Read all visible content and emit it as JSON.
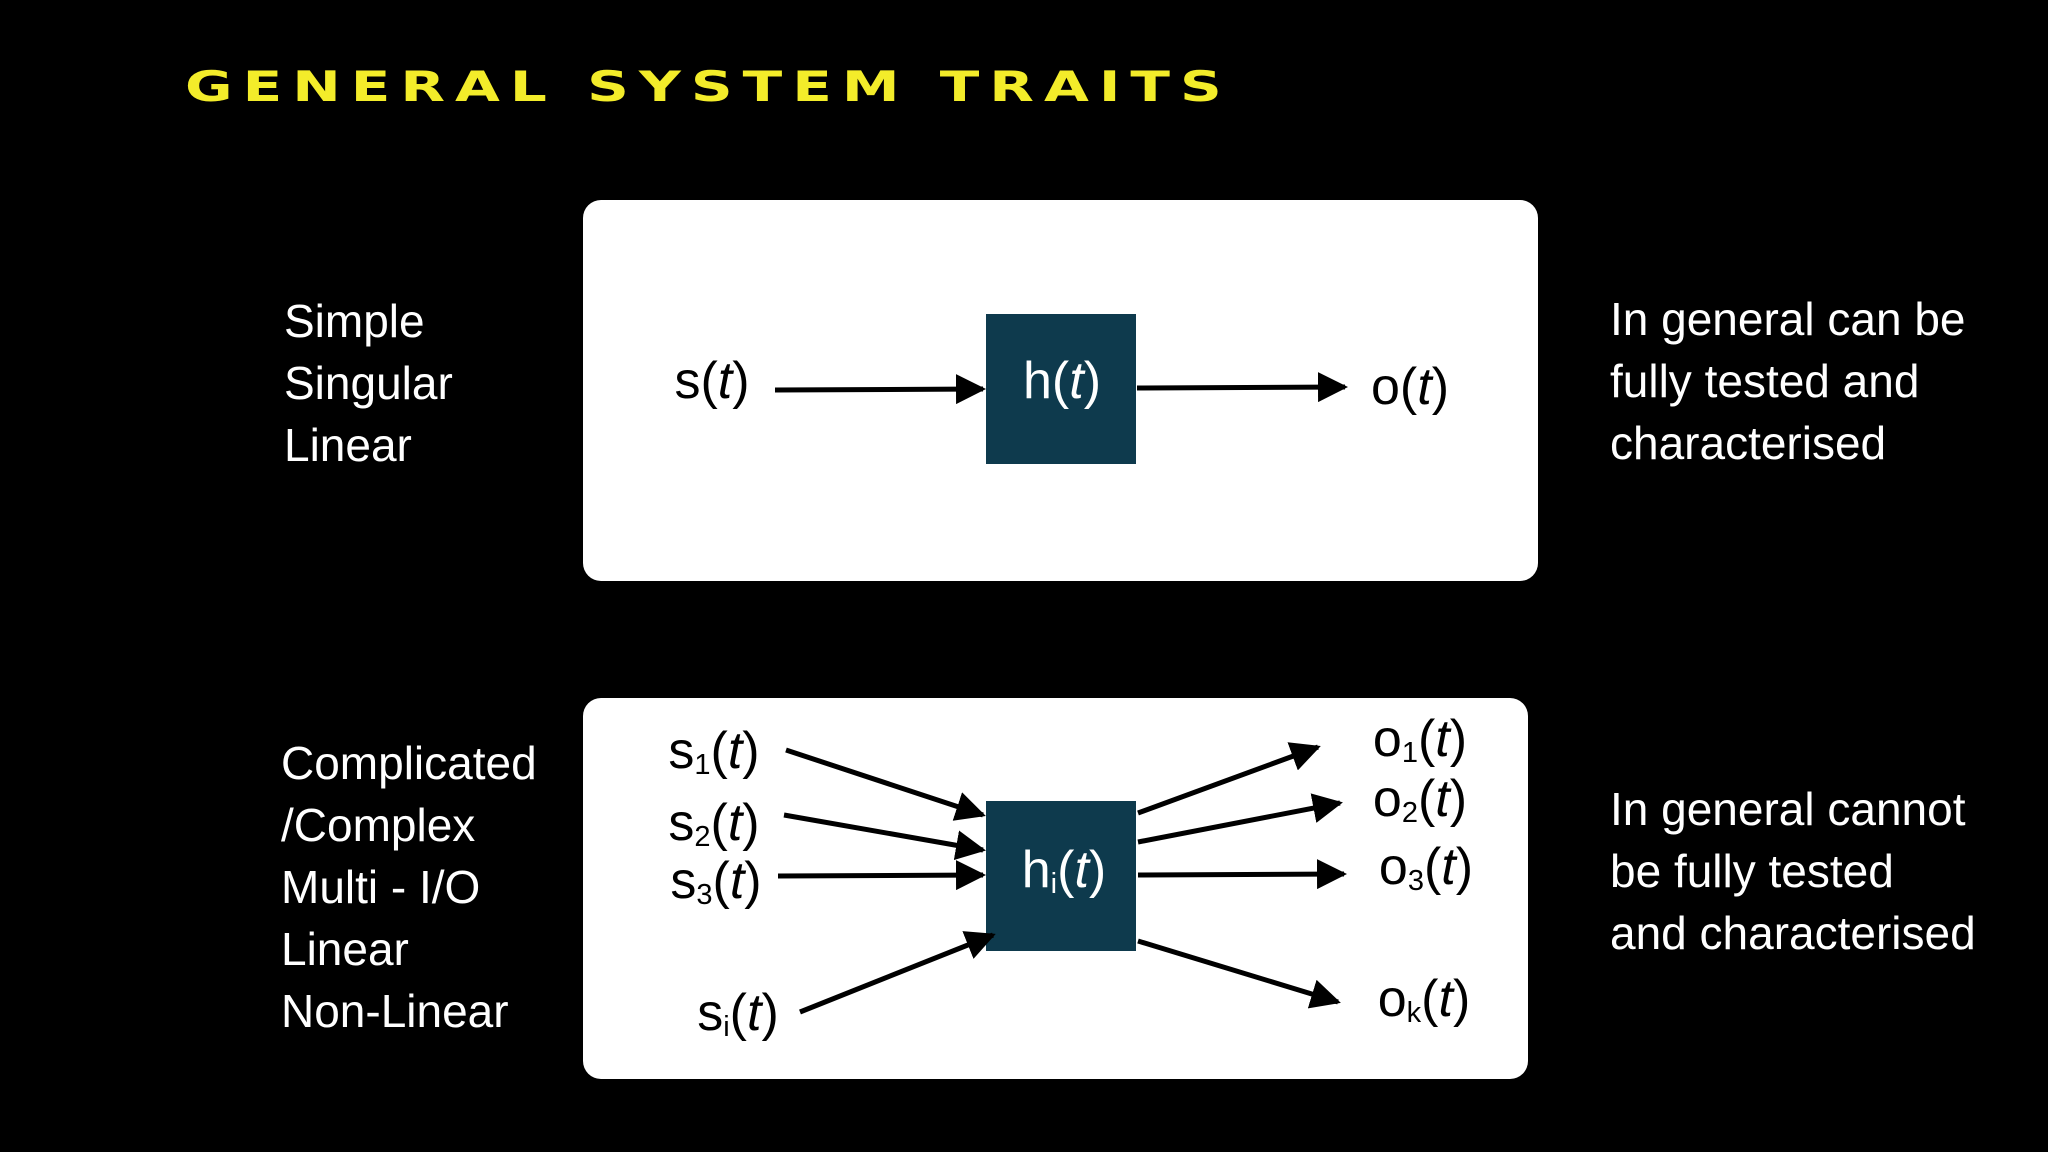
{
  "title": "General System Traits",
  "colors": {
    "background": "#000000",
    "title": "#f3ec2a",
    "panel": "#ffffff",
    "block": "#0e3a4d",
    "arrow": "#000000",
    "text": "#ffffff"
  },
  "simple": {
    "left_lines": [
      "Simple",
      "Singular",
      "Linear"
    ],
    "right_lines": [
      "In general can be",
      "fully tested and",
      "characterised"
    ],
    "input_label": {
      "base": "s",
      "sub": "",
      "arg": "t"
    },
    "block_label": {
      "base": "h",
      "sub": "",
      "arg": "t"
    },
    "output_label": {
      "base": "o",
      "sub": "",
      "arg": "t"
    }
  },
  "complex": {
    "left_lines": [
      "Complicated",
      "/Complex",
      "Multi - I/O",
      "Linear",
      "Non-Linear"
    ],
    "right_lines": [
      "In general cannot",
      "be fully tested",
      "and characterised"
    ],
    "inputs": [
      {
        "base": "s",
        "sub": "1",
        "arg": "t"
      },
      {
        "base": "s",
        "sub": "2",
        "arg": "t"
      },
      {
        "base": "s",
        "sub": "3",
        "arg": "t"
      },
      {
        "base": "s",
        "sub": "i",
        "arg": "t"
      }
    ],
    "block_label": {
      "base": "h",
      "sub": "i",
      "arg": "t"
    },
    "outputs": [
      {
        "base": "o",
        "sub": "1",
        "arg": "t"
      },
      {
        "base": "o",
        "sub": "2",
        "arg": "t"
      },
      {
        "base": "o",
        "sub": "3",
        "arg": "t"
      },
      {
        "base": "o",
        "sub": "k",
        "arg": "t"
      }
    ]
  }
}
